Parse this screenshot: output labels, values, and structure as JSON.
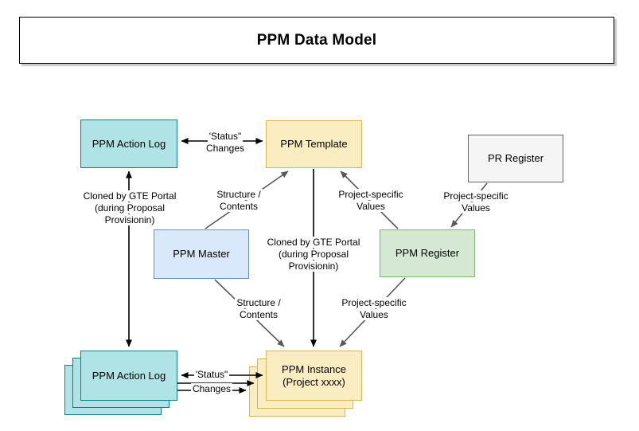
{
  "title": "PPM Data Model",
  "nodes": {
    "action_log_top": "PPM Action Log",
    "template": "PPM Template",
    "pr_register": "PR Register",
    "master": "PPM Master",
    "register": "PPM Register",
    "action_log_bottom": "PPM Action Log",
    "instance_line1": "PPM Instance",
    "instance_line2": "(Project xxxx)"
  },
  "edges": {
    "status_top": {
      "line1": "'Status\"",
      "line2": "Changes"
    },
    "cloned_left": {
      "line1": "Cloned by GTE Portal",
      "line2": "(during Proposal",
      "line3": "Provisionin)"
    },
    "structure_top": {
      "line1": "Structure /",
      "line2": "Contents"
    },
    "projspec_template": {
      "line1": "Project-specific",
      "line2": "Values"
    },
    "projspec_pr": {
      "line1": "Project-specific",
      "line2": "Values"
    },
    "cloned_center": {
      "line1": "Cloned by GTE Portal",
      "line2": "(during Proposal",
      "line3": "Provisionin)"
    },
    "structure_bottom": {
      "line1": "Structure /",
      "line2": "Contents"
    },
    "projspec_instance": {
      "line1": "Project-specific",
      "line2": "Values"
    },
    "status_bottom": {
      "line1": "'Status\"",
      "line2": "Changes"
    }
  },
  "colors": {
    "teal_fill": "#b0e3e6",
    "teal_border": "#0e8088",
    "yellow_fill": "#fbedc2",
    "yellow_border": "#d6b656",
    "blue_fill": "#dae8fc",
    "blue_border": "#6c8ebf",
    "green_fill": "#d5e8d4",
    "green_border": "#82b366",
    "gray_fill": "#f5f5f5",
    "gray_border": "#666666",
    "arrow_black": "#000000",
    "arrow_gray": "#595959"
  }
}
